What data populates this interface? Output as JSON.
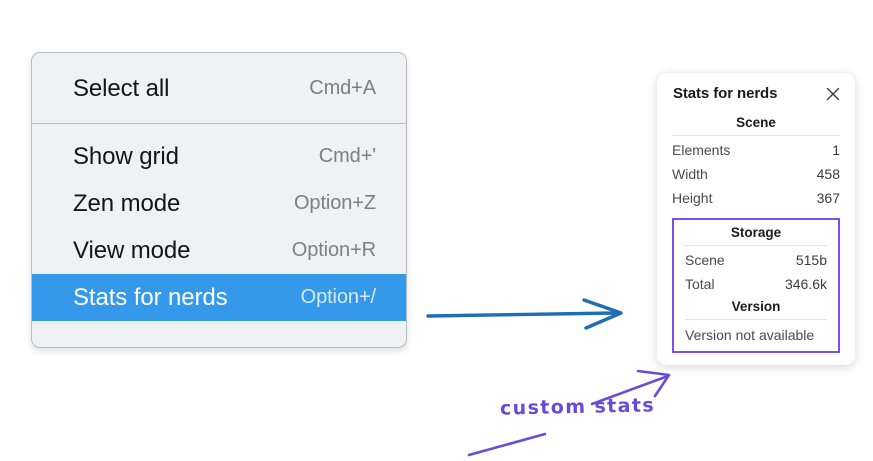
{
  "context_menu": {
    "name": "canvas-context-menu",
    "groups": [
      {
        "items": [
          {
            "label": "Select all",
            "shortcut": "Cmd+A",
            "highlighted": false
          }
        ]
      },
      {
        "items": [
          {
            "label": "Show grid",
            "shortcut": "Cmd+'",
            "highlighted": false
          },
          {
            "label": "Zen mode",
            "shortcut": "Option+Z",
            "highlighted": false
          },
          {
            "label": "View mode",
            "shortcut": "Option+R",
            "highlighted": false
          },
          {
            "label": "Stats for nerds",
            "shortcut": "Option+/",
            "highlighted": true
          }
        ]
      }
    ]
  },
  "stats_panel": {
    "title": "Stats for nerds",
    "close_icon": "close-icon",
    "sections": [
      {
        "title": "Scene",
        "highlighted": false,
        "rows": [
          {
            "label": "Elements",
            "value": "1"
          },
          {
            "label": "Width",
            "value": "458"
          },
          {
            "label": "Height",
            "value": "367"
          }
        ]
      },
      {
        "title": "Storage",
        "highlighted": true,
        "rows": [
          {
            "label": "Scene",
            "value": "515b"
          },
          {
            "label": "Total",
            "value": "346.6k"
          }
        ]
      },
      {
        "title": "Version",
        "highlighted": true,
        "rows": [],
        "note": "Version not available"
      }
    ]
  },
  "annotations": {
    "note_text": "custom stats",
    "blue_arrow_label": "menu-to-panel-arrow",
    "purple_arrow_label": "custom-stats-pointer-arrow",
    "purple_underline_label": "custom-stats-underline"
  },
  "colors": {
    "menu_background": "#eff1f3",
    "menu_border": "#b6bdc6",
    "highlight_blue": "#3498eb",
    "annotation_purple": "#6b4ad8",
    "highlight_box_purple": "#7c4dea",
    "blue_arrow": "#1f6db5",
    "panel_background": "#ffffff"
  }
}
